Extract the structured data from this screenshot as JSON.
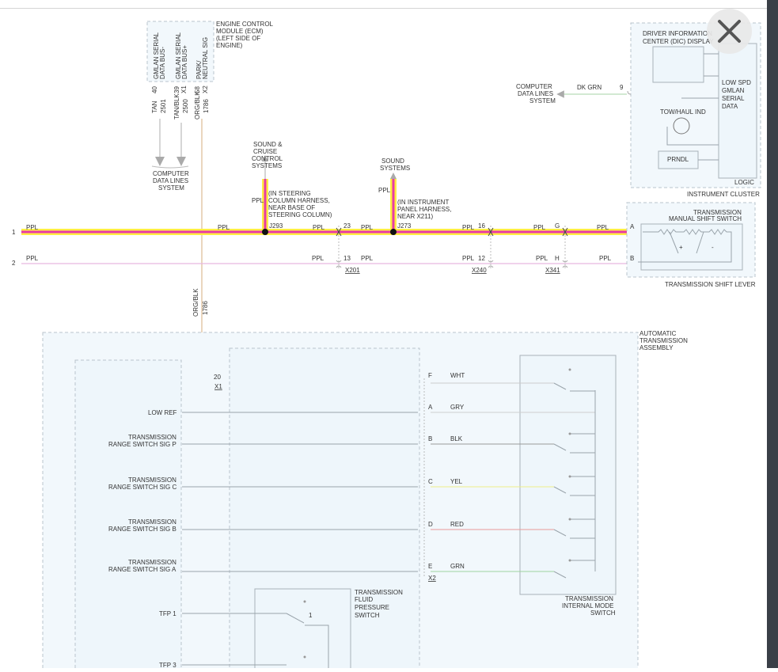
{
  "ecm": {
    "title": [
      "ENGINE CONTROL",
      "MODULE (ECM)",
      "(LEFT SIDE OF",
      "ENGINE)"
    ],
    "pins": [
      {
        "label1": "GMLAN SERIAL",
        "label2": "DATA BUS-",
        "pin": "40",
        "conn": "",
        "color": "TAN",
        "circuit": "2501"
      },
      {
        "label1": "GMLAN SERIAL",
        "label2": "DATA BUS+",
        "pin": "39",
        "conn": "X1",
        "color": "TAN/BLK",
        "circuit": "2500"
      },
      {
        "label1": "PARK/",
        "label2": "NEUTRAL SIG",
        "pin": "58",
        "conn": "X2",
        "color": "ORG/BLK",
        "circuit": "1786"
      }
    ],
    "data_lines": [
      "COMPUTER",
      "DATA LINES",
      "SYSTEM"
    ]
  },
  "sound_cruise": {
    "title": [
      "SOUND &",
      "CRUISE",
      "CONTROL",
      "SYSTEMS"
    ],
    "wire": "PPL",
    "note": [
      "(IN STEERING",
      "COLUMN HARNESS,",
      "NEAR BASE OF",
      "STEERING COLUMN)"
    ],
    "splice": "J293"
  },
  "sound": {
    "title": [
      "SOUND",
      "SYSTEMS"
    ],
    "wire": "PPL",
    "note": [
      "(IN INSTRUMENT",
      "PANEL HARNESS,",
      "NEAR X211)"
    ],
    "splice": "J273"
  },
  "circuit1": {
    "num": "1",
    "wire": "PPL"
  },
  "circuit2": {
    "num": "2",
    "wire": "PPL"
  },
  "connectors": [
    {
      "name": "X201",
      "pin_top": "23",
      "pin_bottom": "13"
    },
    {
      "name": "X240",
      "pin_top": "16",
      "pin_bottom": "12"
    },
    {
      "name": "X341",
      "pin_top": "G",
      "pin_bottom": "H"
    }
  ],
  "cluster": {
    "dic": [
      "DRIVER INFORMATION",
      "CENTER (DIC) DISPLAY"
    ],
    "gmlan": [
      "LOW SPD",
      "GMLAN",
      "SERIAL",
      "DATA"
    ],
    "tow": "TOW/HAUL IND",
    "prndl": "PRNDL",
    "logic": "LOGIC",
    "title": "INSTRUMENT CLUSTER",
    "pin": "9",
    "wire": "DK GRN",
    "data_lines": [
      "COMPUTER",
      "DATA LINES",
      "SYSTEM"
    ]
  },
  "shift_switch": {
    "title": [
      "TRANSMISSION",
      "MANUAL SHIFT SWITCH"
    ],
    "pin_a": "A",
    "pin_b": "B",
    "plus": "+",
    "minus": "-",
    "lever": "TRANSMISSION SHIFT LEVER"
  },
  "orgblk": {
    "color": "ORG/BLK",
    "circuit": "1786"
  },
  "assembly": {
    "title": [
      "AUTOMATIC",
      "TRANSMISSION",
      "ASSEMBLY"
    ],
    "x1_pin": "20",
    "x1": "X1",
    "x2": "X2"
  },
  "signals": [
    {
      "label": [
        "LOW REF"
      ],
      "pin": "A",
      "color": "GRY",
      "hex": "#b8b8b8"
    },
    {
      "label": [
        "TRANSMISSION",
        "RANGE SWITCH SIG P"
      ],
      "pin": "B",
      "color": "BLK",
      "hex": "#8a8a8a"
    },
    {
      "label": [
        "TRANSMISSION",
        "RANGE SWITCH SIG C"
      ],
      "pin": "C",
      "color": "YEL",
      "hex": "#eeee88"
    },
    {
      "label": [
        "TRANSMISSION",
        "RANGE SWITCH SIG B"
      ],
      "pin": "D",
      "color": "RED",
      "hex": "#e89a9a"
    },
    {
      "label": [
        "TRANSMISSION",
        "RANGE SWITCH SIG A"
      ],
      "pin": "E",
      "color": "GRN",
      "hex": "#9fd49f"
    }
  ],
  "f_line": {
    "pin": "F",
    "color": "WHT"
  },
  "imsw": [
    "TRANSMISSION",
    "INTERNAL MODE",
    "SWITCH"
  ],
  "tfp": {
    "label1": "TFP 1",
    "label2": "TFP 3",
    "title": [
      "TRANSMISSION",
      "FLUID",
      "PRESSURE",
      "SWITCH"
    ],
    "pin": "1"
  }
}
